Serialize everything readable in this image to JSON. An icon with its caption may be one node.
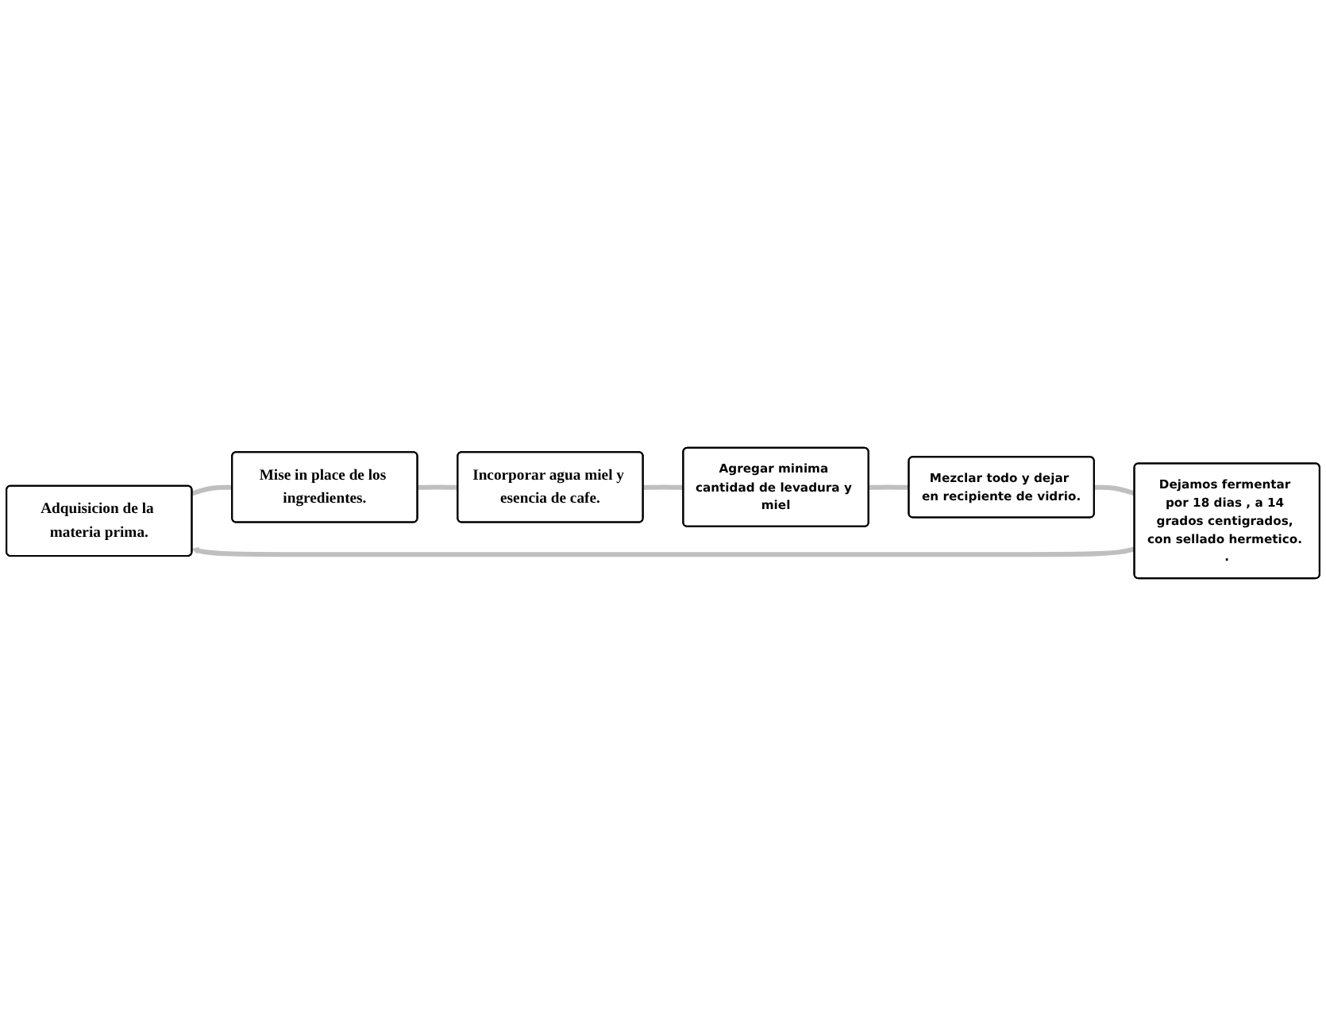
{
  "diagram": {
    "nodes": [
      {
        "text": [
          "Adquisicion de la materia prima."
        ]
      },
      {
        "text": [
          "Mise in place de los ingredientes."
        ]
      },
      {
        "text": [
          "Incorporar agua miel y esencia de cafe."
        ]
      },
      {
        "text": [
          "Agregar minima cantidad de levadura y miel"
        ]
      },
      {
        "text": [
          "Mezclar todo y dejar en recipiente de vidrio."
        ]
      },
      {
        "text": [
          "Dejamos fermentar por 18 dias , a 14 grados centigrados, con sellado hermetico. ."
        ]
      }
    ],
    "edges": [
      {
        "from": 0,
        "to": 1,
        "arrow": "none"
      },
      {
        "from": 1,
        "to": 2,
        "arrow": "none"
      },
      {
        "from": 2,
        "to": 3,
        "arrow": "none"
      },
      {
        "from": 3,
        "to": 4,
        "arrow": "none"
      },
      {
        "from": 4,
        "to": 5,
        "arrow": "none"
      },
      {
        "from": 5,
        "to": 0,
        "arrow": "to"
      }
    ]
  }
}
